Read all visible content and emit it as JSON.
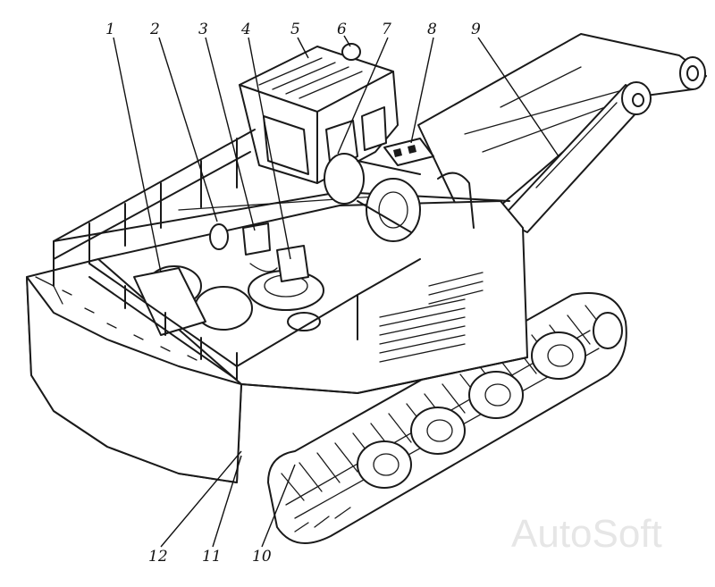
{
  "callouts": [
    {
      "id": "1",
      "label": "1"
    },
    {
      "id": "2",
      "label": "2"
    },
    {
      "id": "3",
      "label": "3"
    },
    {
      "id": "4",
      "label": "4"
    },
    {
      "id": "5",
      "label": "5"
    },
    {
      "id": "6",
      "label": "6"
    },
    {
      "id": "7",
      "label": "7"
    },
    {
      "id": "8",
      "label": "8"
    },
    {
      "id": "9",
      "label": "9"
    },
    {
      "id": "10",
      "label": "10"
    },
    {
      "id": "11",
      "label": "11"
    },
    {
      "id": "12",
      "label": "12"
    }
  ],
  "watermark": "AutoSoft",
  "colors": {
    "ink": "#1a1a1a",
    "background": "#ffffff",
    "watermark": "#e6e6e6"
  }
}
